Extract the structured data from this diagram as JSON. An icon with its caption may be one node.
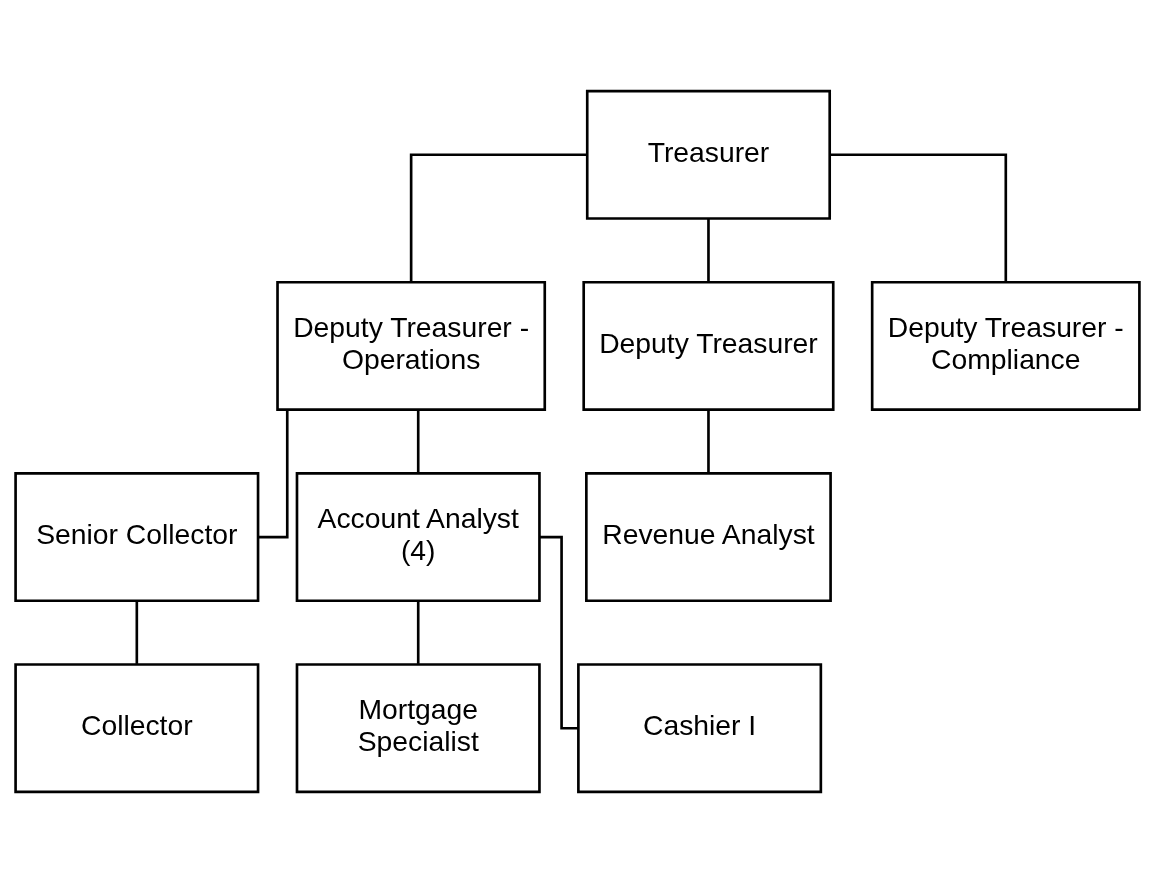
{
  "diagram": {
    "nodes": [
      {
        "text": [
          "Treasurer"
        ]
      },
      {
        "text": [
          "Deputy Treasurer - Operations"
        ]
      },
      {
        "text": [
          "Deputy Treasurer"
        ]
      },
      {
        "text": [
          "Deputy Treasurer - Compliance"
        ]
      },
      {
        "text": [
          "Senior Collector"
        ]
      },
      {
        "text": [
          "Account Analyst (4)"
        ]
      },
      {
        "text": [
          "Revenue Analyst"
        ]
      },
      {
        "text": [
          "Collector"
        ]
      },
      {
        "text": [
          "Mortgage Specialist"
        ]
      },
      {
        "text": [
          "Cashier I"
        ]
      }
    ],
    "edges": [
      {
        "from": 0,
        "to": 1,
        "arrow": "none"
      },
      {
        "from": 0,
        "to": 2,
        "arrow": "none"
      },
      {
        "from": 0,
        "to": 3,
        "arrow": "none"
      },
      {
        "from": 1,
        "to": 4,
        "arrow": "none"
      },
      {
        "from": 1,
        "to": 5,
        "arrow": "none"
      },
      {
        "from": 2,
        "to": 6,
        "arrow": "none"
      },
      {
        "from": 4,
        "to": 7,
        "arrow": "none"
      },
      {
        "from": 5,
        "to": 8,
        "arrow": "none"
      },
      {
        "from": 5,
        "to": 9,
        "arrow": "none"
      }
    ]
  }
}
